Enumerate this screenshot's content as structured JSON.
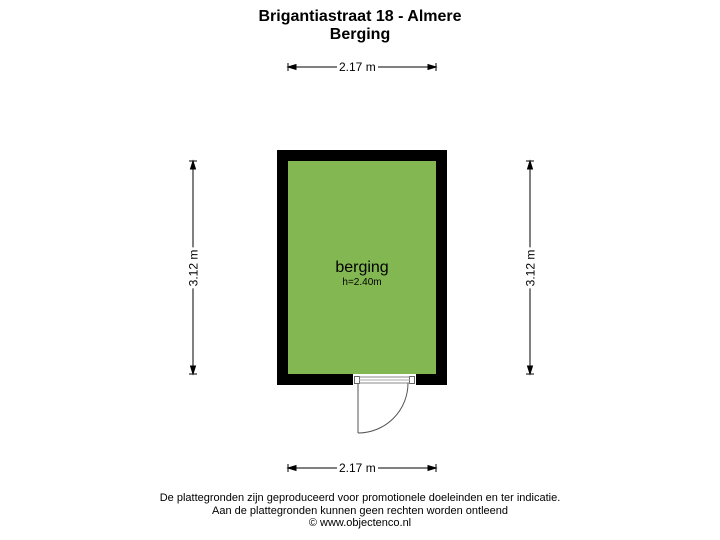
{
  "header": {
    "title": "Brigantiastraat 18 - Almere",
    "subtitle": "Berging"
  },
  "dimensions": {
    "top_width": "2.17 m",
    "bottom_width": "2.17 m",
    "left_height": "3.12 m",
    "right_height": "3.12 m"
  },
  "room": {
    "name": "berging",
    "height": "h=2.40m",
    "fill_color": "#83b752",
    "wall_color": "#000000"
  },
  "footer": {
    "line1": "De plattegronden zijn geproduceerd voor promotionele doeleinden en ter indicatie.",
    "line2": "Aan de plattegronden kunnen geen rechten worden ontleend",
    "line3": "© www.objectenco.nl"
  }
}
